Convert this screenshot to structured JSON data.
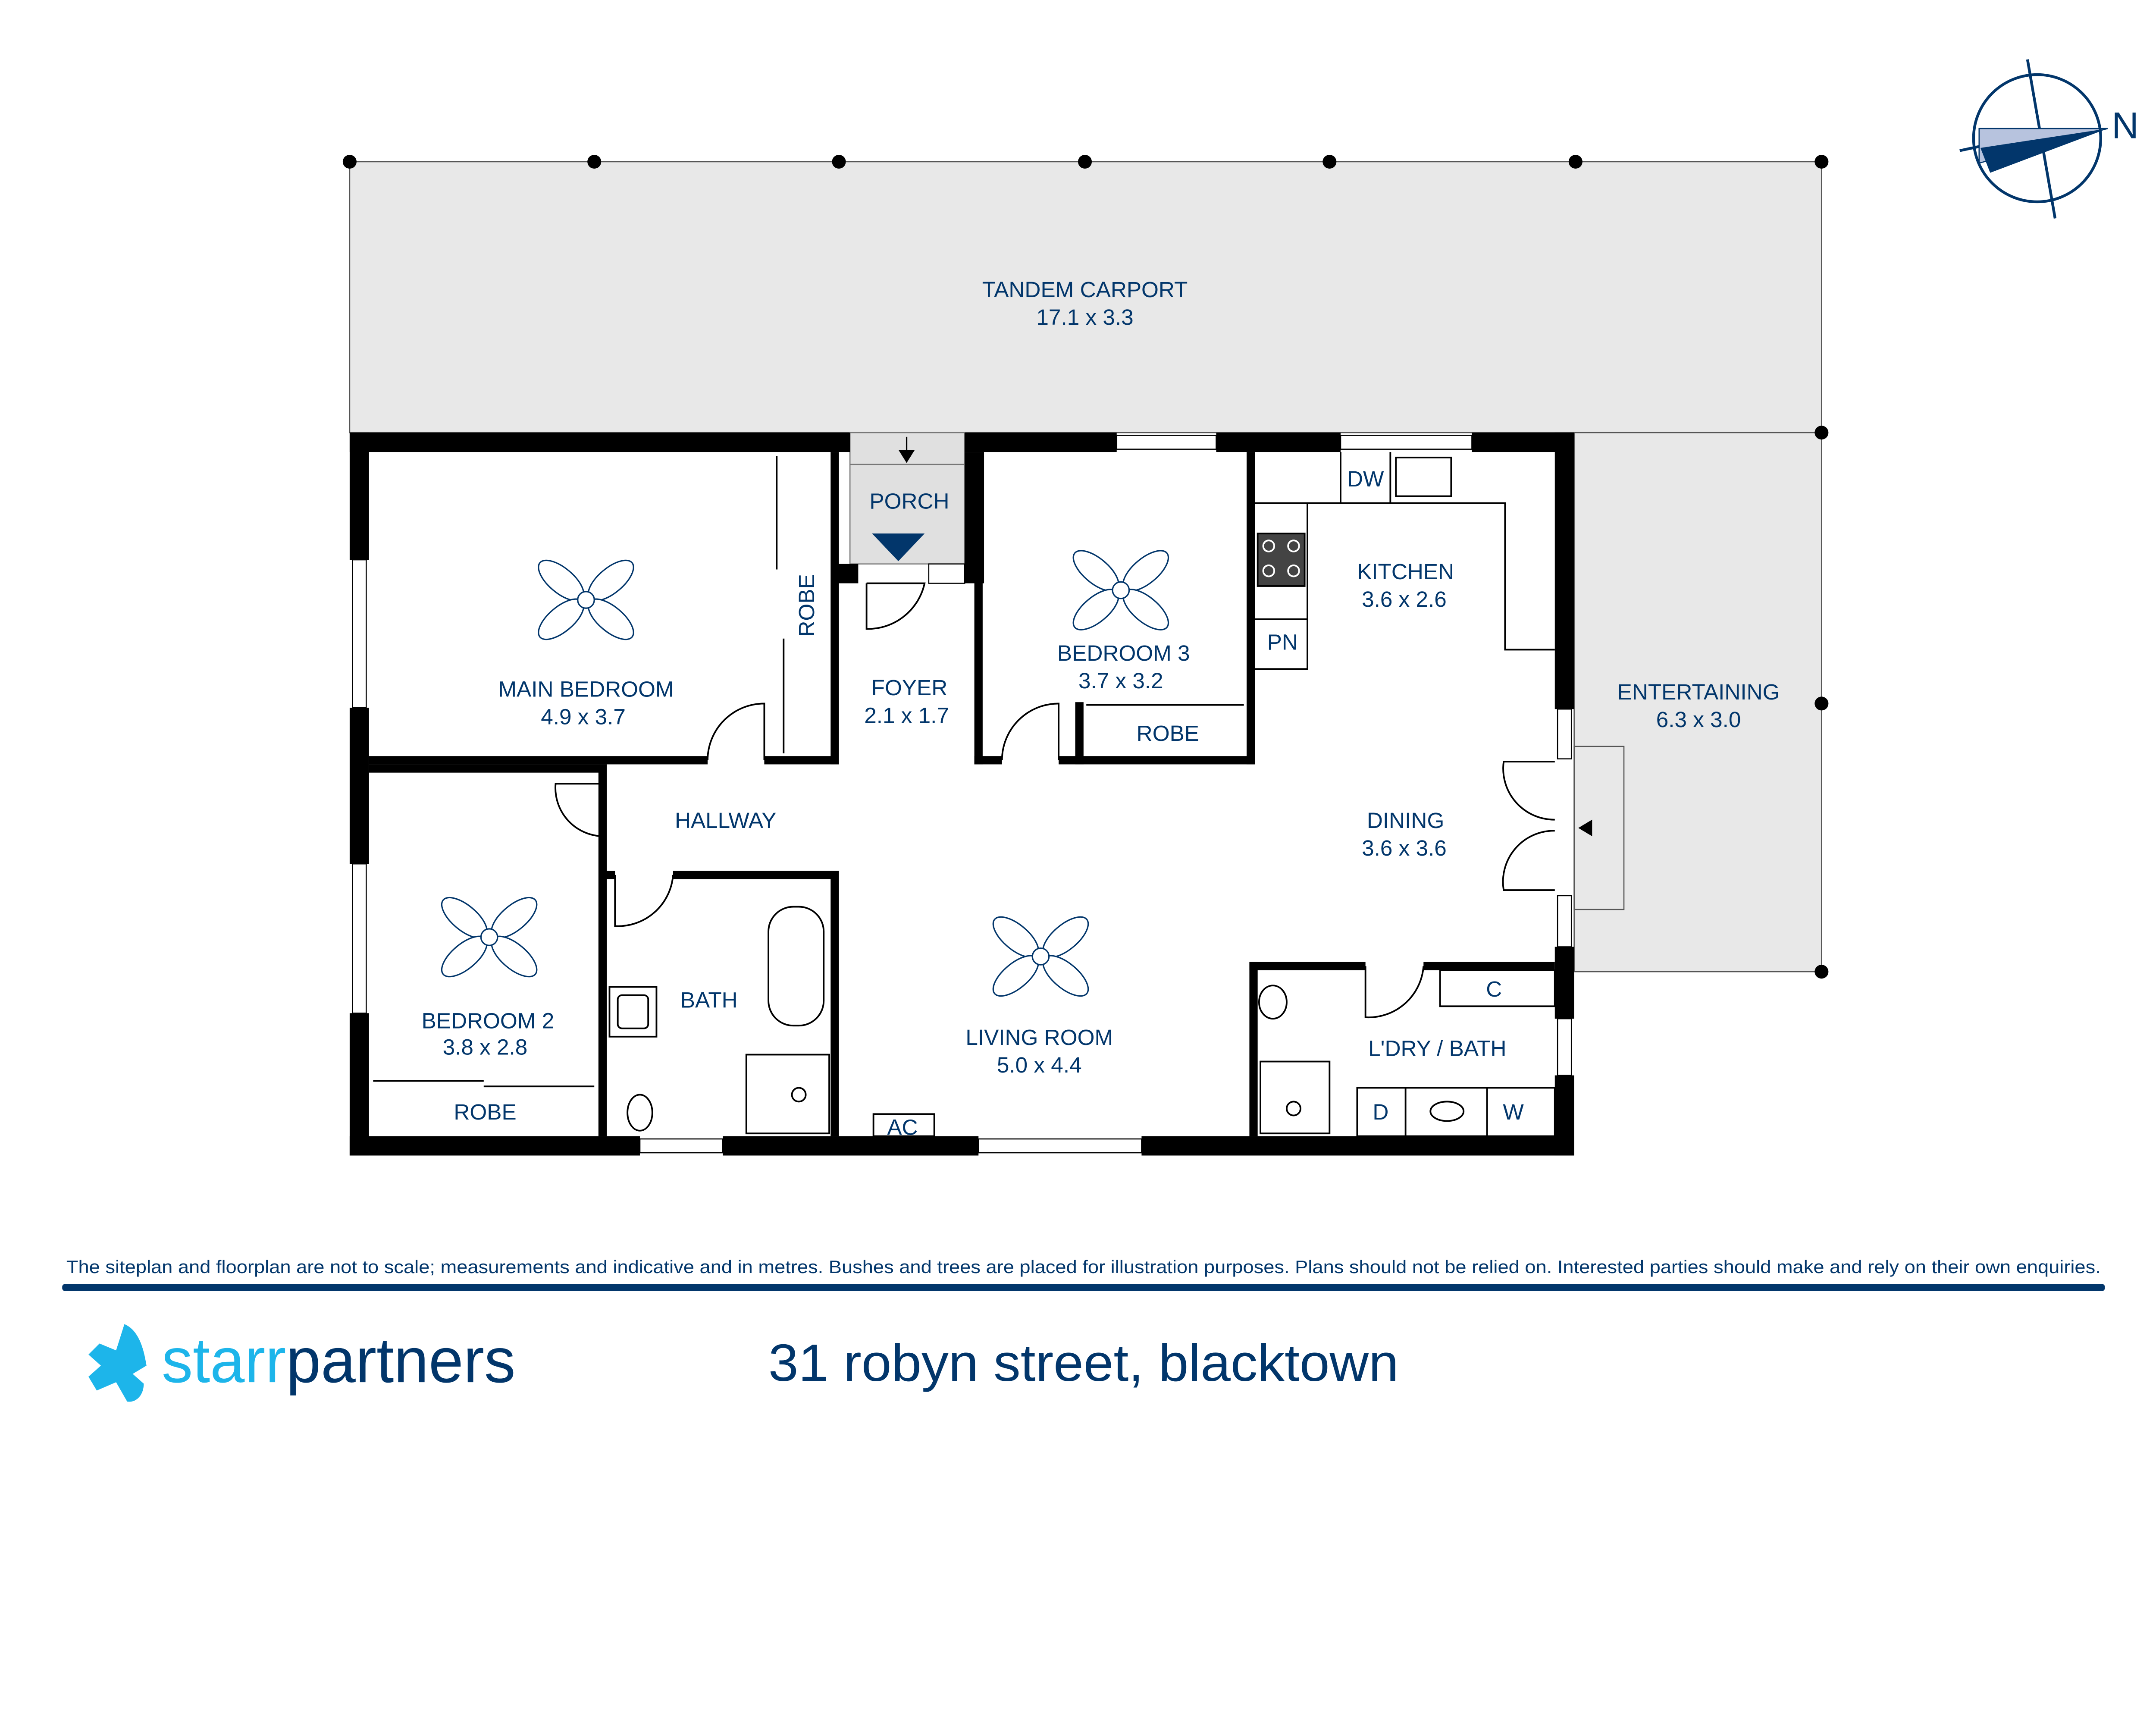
{
  "colors": {
    "navy": "#02366b",
    "light_blue": "#1db5ea",
    "outdoor_fill": "#e8e8e8",
    "wall": "#000000"
  },
  "compass": {
    "label": "N",
    "icon": "north-arrow-icon"
  },
  "rooms": {
    "carport": {
      "name": "TANDEM CARPORT",
      "size": "17.1 x 3.3"
    },
    "main_bedroom": {
      "name": "MAIN BEDROOM",
      "size": "4.9 x 3.7"
    },
    "main_robe": {
      "name": "ROBE"
    },
    "porch": {
      "name": "PORCH"
    },
    "foyer": {
      "name": "FOYER",
      "size": "2.1 x 1.7"
    },
    "bedroom3": {
      "name": "BEDROOM 3",
      "size": "3.7 x 3.2"
    },
    "bedroom3_robe": {
      "name": "ROBE"
    },
    "kitchen": {
      "name": "KITCHEN",
      "size": "3.6 x 2.6"
    },
    "dw": {
      "name": "DW"
    },
    "pn": {
      "name": "PN"
    },
    "entertaining": {
      "name": "ENTERTAINING",
      "size": "6.3 x 3.0"
    },
    "hallway": {
      "name": "HALLWAY"
    },
    "dining": {
      "name": "DINING",
      "size": "3.6 x 3.6"
    },
    "bedroom2": {
      "name": "BEDROOM 2",
      "size": "3.8 x 2.8"
    },
    "bedroom2_robe": {
      "name": "ROBE"
    },
    "bath": {
      "name": "BATH"
    },
    "living": {
      "name": "LIVING ROOM",
      "size": "5.0 x 4.4"
    },
    "ac": {
      "name": "AC"
    },
    "laundry": {
      "name": "L'DRY / BATH"
    },
    "c": {
      "name": "C"
    },
    "d": {
      "name": "D"
    },
    "w": {
      "name": "W"
    }
  },
  "footer": {
    "disclaimer": "The siteplan and floorplan are not to scale; measurements and indicative and in metres. Bushes and trees are placed for illustration purposes. Plans should not be relied on. Interested parties should make and rely on their own enquiries.",
    "brand_part1": "starr",
    "brand_part2": "partners",
    "address": "31 robyn street, blacktown"
  }
}
